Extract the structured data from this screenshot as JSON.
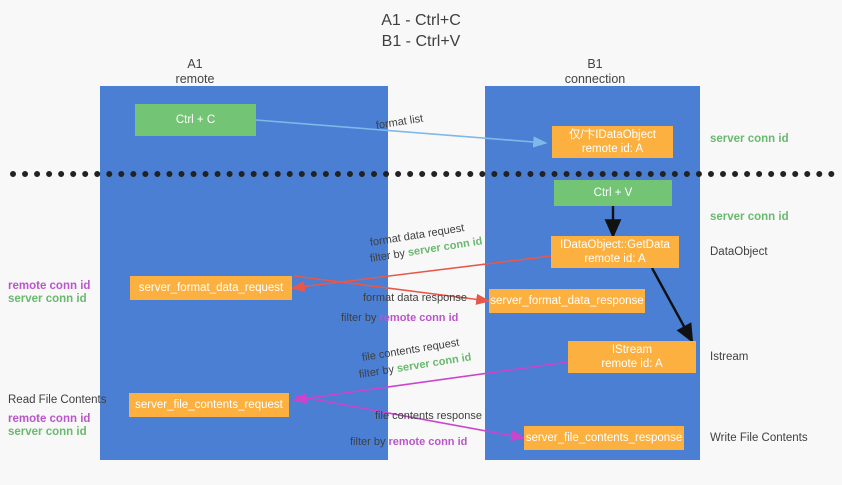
{
  "title": {
    "line1": "A1 - Ctrl+C",
    "line2": "B1 - Ctrl+V"
  },
  "lanes": [
    {
      "name": "A1",
      "subtitle": "remote"
    },
    {
      "name": "B1",
      "subtitle": "connection"
    }
  ],
  "boxes": {
    "ctrl_c": {
      "line1": "Ctrl + C",
      "line2": ""
    },
    "ole_dataobject": {
      "line1": "仅/卞IDataObject",
      "line2": "remote id: A"
    },
    "ctrl_v": {
      "line1": "Ctrl + V",
      "line2": ""
    },
    "getdata": {
      "line1": "IDataObject::GetData",
      "line2": "remote id: A"
    },
    "format_data_request": {
      "line1": "server_format_data_request",
      "line2": ""
    },
    "format_data_response": {
      "line1": "server_format_data_response",
      "line2": ""
    },
    "istream": {
      "line1": "IStream",
      "line2": "remote id: A"
    },
    "file_contents_request": {
      "line1": "server_file_contents_request",
      "line2": ""
    },
    "file_contents_response": {
      "line1": "server_file_contents_response",
      "line2": ""
    }
  },
  "right_labels": {
    "server_conn_id_top": "server conn id",
    "server_conn_id_mid": "server conn id",
    "dataobject": "DataObject",
    "istream": "Istream",
    "write_file_contents": "Write File Contents"
  },
  "left_labels": {
    "remote_conn_id_1": "remote conn id",
    "server_conn_id_1": "server conn id",
    "read_file_contents": "Read File Contents",
    "remote_conn_id_2": "remote conn id",
    "server_conn_id_2": "server conn id"
  },
  "edges": {
    "format_list": "format list",
    "format_data_request_l1": "format data request",
    "format_data_request_filter_prefix": "filter by ",
    "format_data_request_filter_value": "server conn id",
    "format_data_response_l1": "format data response",
    "format_data_response_filter_prefix": "filter by ",
    "format_data_response_filter_value": "remote conn id",
    "file_contents_request_l1": "file contents request",
    "file_contents_request_filter_prefix": "filter by ",
    "file_contents_request_filter_value": "server conn id",
    "file_contents_response_l1": "file contents response",
    "file_contents_response_filter_prefix": "filter by ",
    "file_contents_response_filter_value": "remote conn id"
  },
  "colors": {
    "lane": "#4a7fd4",
    "green_box": "#74c476",
    "orange_box": "#fcb040",
    "server_conn_id": "#6ab96e",
    "remote_conn_id": "#bb55cc",
    "arrow_blue": "#7fb9e8",
    "arrow_red": "#e8584a",
    "arrow_magenta": "#cc44cc",
    "arrow_black": "#111111",
    "background": "#f8f8f8"
  }
}
